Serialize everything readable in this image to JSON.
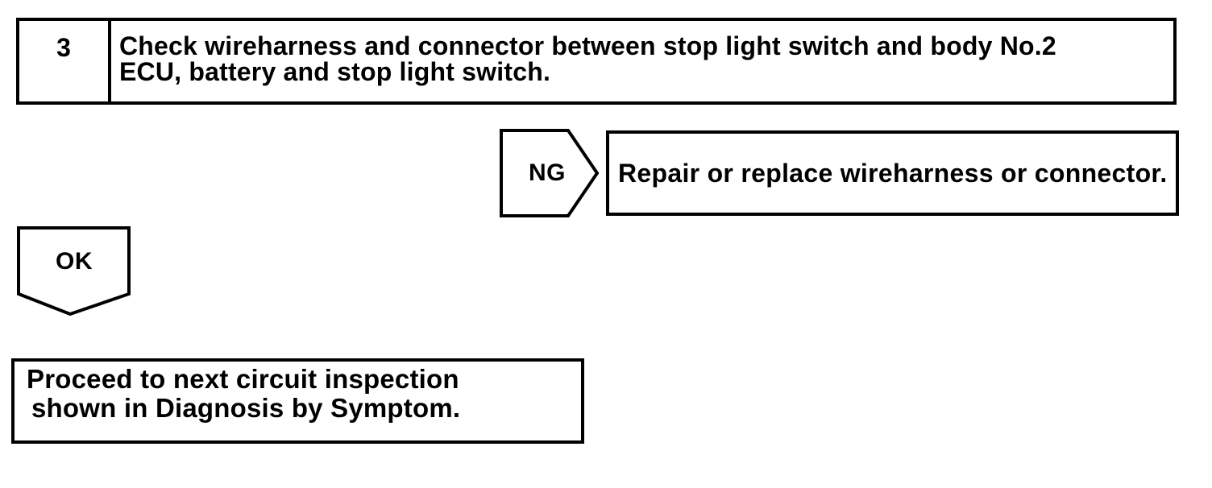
{
  "page": {
    "background": "#ffffff",
    "ink": "#000000"
  },
  "flowchart": {
    "step": {
      "number": "3",
      "instruction_lines": [
        "Check wireharness and connector between stop light switch and body No.2",
        "ECU, battery and stop light switch."
      ]
    },
    "ng_branch": {
      "label": "NG",
      "action": "Repair or replace wireharness or connector."
    },
    "ok_branch": {
      "label": "OK",
      "result_lines": [
        "Proceed to next circuit inspection",
        "shown in Diagnosis by Symptom."
      ]
    }
  }
}
